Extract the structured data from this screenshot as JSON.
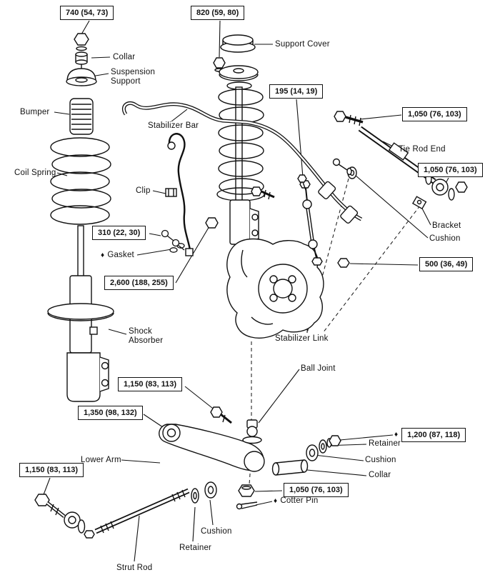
{
  "page": {
    "background": "#ffffff",
    "line_color": "#111111"
  },
  "markers": {
    "diamond": "♦"
  },
  "torque_specs": {
    "top_left": "740 (54, 73)",
    "top_mid": "820 (59, 80)",
    "mid_195": "195 (14, 19)",
    "tie_rod_upper": "1,050 (76, 103)",
    "tie_rod_lower": "1,050 (76, 103)",
    "brake_310": "310 (22, 30)",
    "hub_2600": "2,600 (188, 255)",
    "stab_500": "500 (36, 49)",
    "arm_front_1150": "1,150 (83, 113)",
    "arm_1350": "1,350 (98, 132)",
    "strut_rod_rear_1200": "1,200 (87, 118)",
    "strut_rod_front_1150": "1,150 (83, 113)",
    "ball_joint_1050": "1,050 (76, 103)"
  },
  "part_labels": {
    "collar_top": "Collar",
    "suspension_support_l1": "Suspension",
    "suspension_support_l2": "Support",
    "bumper": "Bumper",
    "coil_spring": "Coil Spring",
    "stabilizer_bar": "Stabilizer Bar",
    "support_cover": "Support Cover",
    "tie_rod_end": "Tie Rod End",
    "clip": "Clip",
    "gasket": "Gasket",
    "bracket": "Bracket",
    "cushion_upper": "Cushion",
    "shock_absorber_l1": "Shock",
    "shock_absorber_l2": "Absorber",
    "stabilizer_link": "Stabilizer Link",
    "ball_joint": "Ball Joint",
    "lower_arm": "Lower Arm",
    "retainer_right": "Retainer",
    "cushion_right": "Cushion",
    "collar_right": "Collar",
    "cotter_pin": "Cotter Pin",
    "cushion_bottom": "Cushion",
    "retainer_bottom": "Retainer",
    "strut_rod": "Strut Rod"
  }
}
